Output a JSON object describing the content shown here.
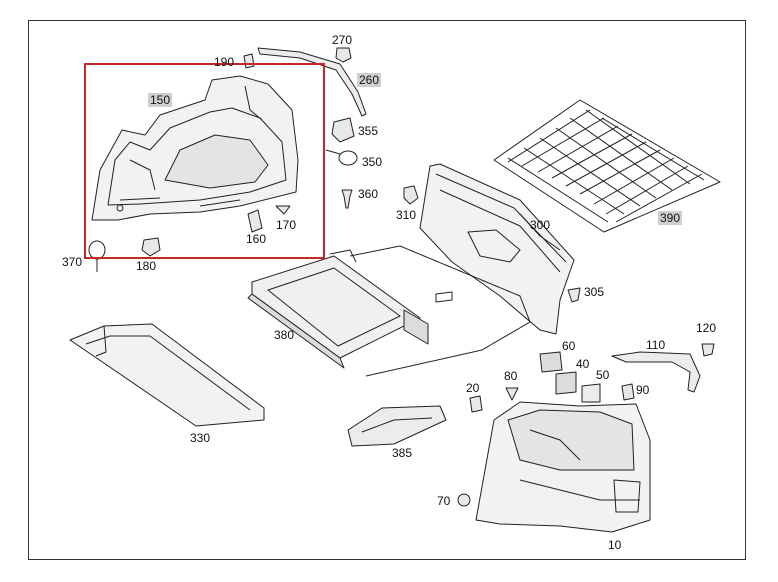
{
  "diagram": {
    "highlight_color": "#c62828",
    "line_color": "#222222",
    "labels": [
      {
        "id": "l150",
        "text": "150"
      },
      {
        "id": "l190",
        "text": "190"
      },
      {
        "id": "l270",
        "text": "270"
      },
      {
        "id": "l260",
        "text": "260"
      },
      {
        "id": "l355",
        "text": "355"
      },
      {
        "id": "l350",
        "text": "350"
      },
      {
        "id": "l360",
        "text": "360"
      },
      {
        "id": "l310",
        "text": "310"
      },
      {
        "id": "l300",
        "text": "300"
      },
      {
        "id": "l390",
        "text": "390"
      },
      {
        "id": "l160",
        "text": "160"
      },
      {
        "id": "l170",
        "text": "170"
      },
      {
        "id": "l180",
        "text": "180"
      },
      {
        "id": "l370",
        "text": "370"
      },
      {
        "id": "l305",
        "text": "305"
      },
      {
        "id": "l380",
        "text": "380"
      },
      {
        "id": "l120",
        "text": "120"
      },
      {
        "id": "l110",
        "text": "110"
      },
      {
        "id": "l60",
        "text": "60"
      },
      {
        "id": "l40",
        "text": "40"
      },
      {
        "id": "l50",
        "text": "50"
      },
      {
        "id": "l90",
        "text": "90"
      },
      {
        "id": "l20",
        "text": "20"
      },
      {
        "id": "l80",
        "text": "80"
      },
      {
        "id": "l330",
        "text": "330"
      },
      {
        "id": "l385",
        "text": "385"
      },
      {
        "id": "l70",
        "text": "70"
      },
      {
        "id": "l10",
        "text": "10"
      }
    ]
  }
}
